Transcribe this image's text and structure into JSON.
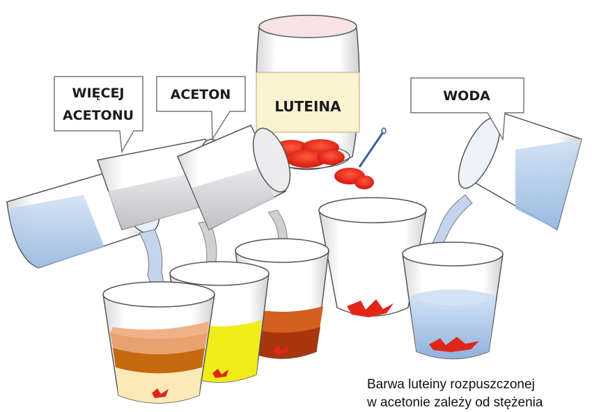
{
  "labels": {
    "more_acetone_line1": "WIĘCEJ",
    "more_acetone_line2": "ACETONU",
    "acetone": "ACETON",
    "lutein": "LUTEINA",
    "water": "WODA"
  },
  "caption": {
    "line1": "Barwa luteiny rozpuszczonej",
    "line2": "w acetonie zależy od stężenia"
  },
  "colors": {
    "lutein_red": "#e8261c",
    "jar_label": "#fbf2cf",
    "water_blue": "#a9c6e8",
    "acetone_grey": "#d4d4d8",
    "orange_dark": "#c9520f",
    "orange_light": "#f2a070",
    "yellow": "#f2ec1a",
    "pale_yellow": "#fde9b8"
  }
}
